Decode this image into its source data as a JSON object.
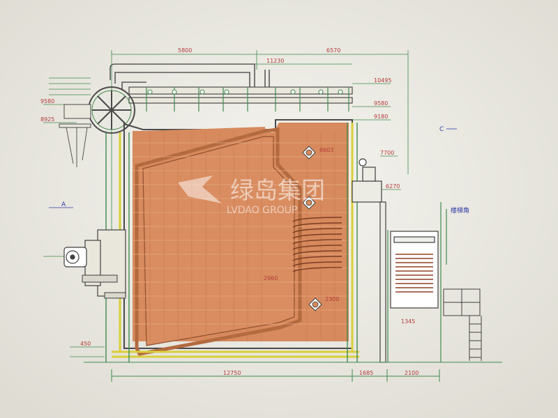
{
  "dimensions": {
    "top_left": "5800",
    "top_mid": "11230",
    "top_right": "6570",
    "elev_top": "10495",
    "elev_9580": "9580",
    "elev_8925": "8925",
    "elev_right_9580": "9580",
    "elev_right_9180": "9180",
    "elev_8603": "8603",
    "elev_7700": "7700",
    "elev_6270": "6270",
    "inner_2960": "2960",
    "inner_2300": "2300",
    "inner_1345": "1345",
    "base_450": "450",
    "bottom_total": "12750",
    "bottom_1685": "1685",
    "bottom_2100": "2100"
  },
  "tags": {
    "left_a": "A",
    "right_c": "C",
    "stair": "楼梯角"
  },
  "watermark": {
    "brand": "绿岛集团",
    "sub": "LVDAO GROUP"
  }
}
